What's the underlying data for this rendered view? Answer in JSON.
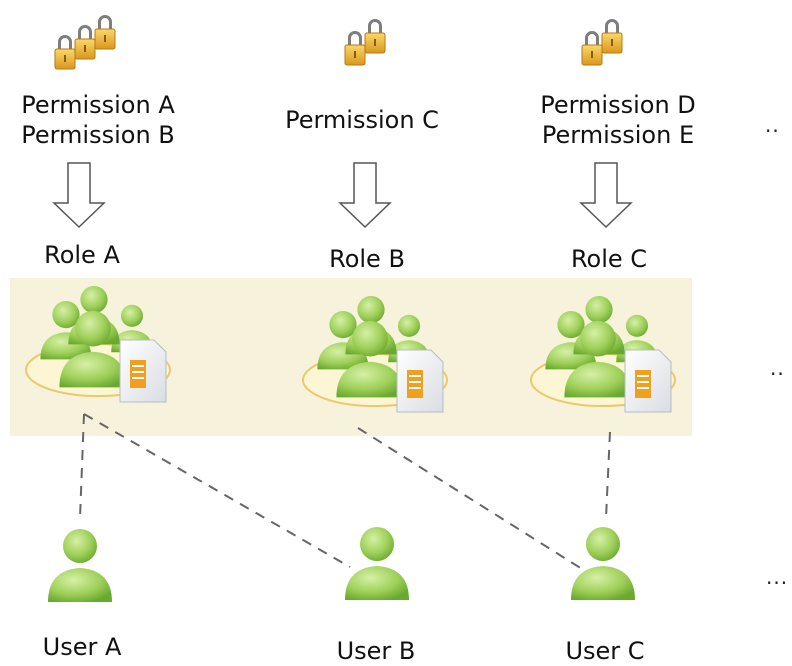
{
  "permissions": [
    {
      "lines": [
        "Permission A",
        "Permission B"
      ],
      "locks": 3
    },
    {
      "lines": [
        "Permission C"
      ],
      "locks": 2
    },
    {
      "lines": [
        "Permission D",
        "Permission E"
      ],
      "locks": 2
    }
  ],
  "roles": [
    {
      "label": "Role A"
    },
    {
      "label": "Role B"
    },
    {
      "label": "Role C"
    }
  ],
  "users": [
    {
      "label": "User A"
    },
    {
      "label": "User B"
    },
    {
      "label": "User C"
    }
  ],
  "ellipses": {
    "permissions": "..",
    "roles": "..",
    "users": "..."
  },
  "colors": {
    "role_band": "#f6f2dc",
    "person_green": "#9fd05a",
    "lock_gold": "#e8b13a",
    "connector": "#666666"
  }
}
